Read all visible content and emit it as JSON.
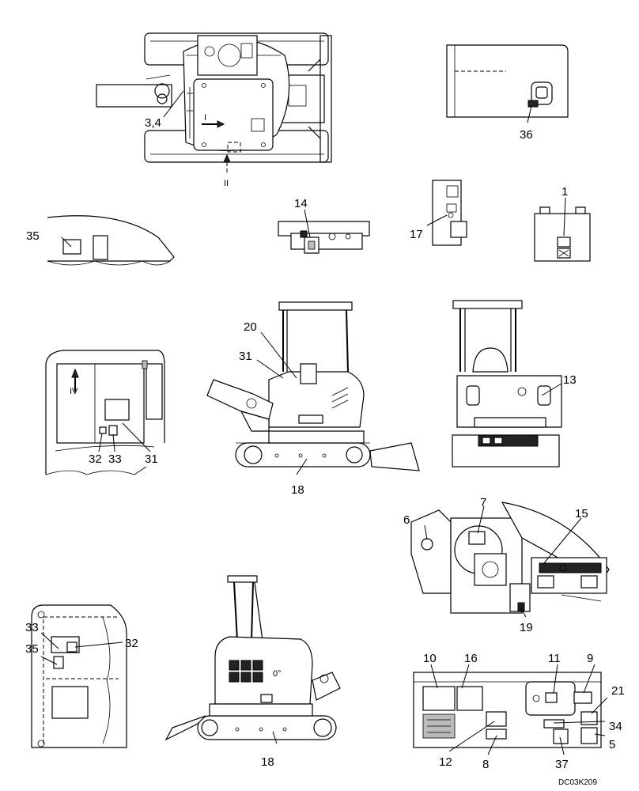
{
  "figure_code": "DC03K209",
  "callouts": {
    "c34a": "3,4",
    "c36": "36",
    "c35a": "35",
    "c14": "14",
    "c17": "17",
    "c1": "1",
    "c20": "20",
    "c31a": "31",
    "c13": "13",
    "c32a": "32",
    "c33a": "33",
    "c31b": "31",
    "c18a": "18",
    "c6": "6",
    "c7": "7",
    "c15": "15",
    "c19": "19",
    "c33b": "33",
    "c32b": "32",
    "c35b": "35",
    "c18b": "18",
    "c10": "10",
    "c16": "16",
    "c11": "11",
    "c9": "9",
    "c21": "21",
    "c34": "34",
    "c5": "5",
    "c12": "12",
    "c8": "8",
    "c37": "37"
  },
  "view_marks": {
    "view1": "I",
    "view2": "II",
    "view4": "IV"
  }
}
